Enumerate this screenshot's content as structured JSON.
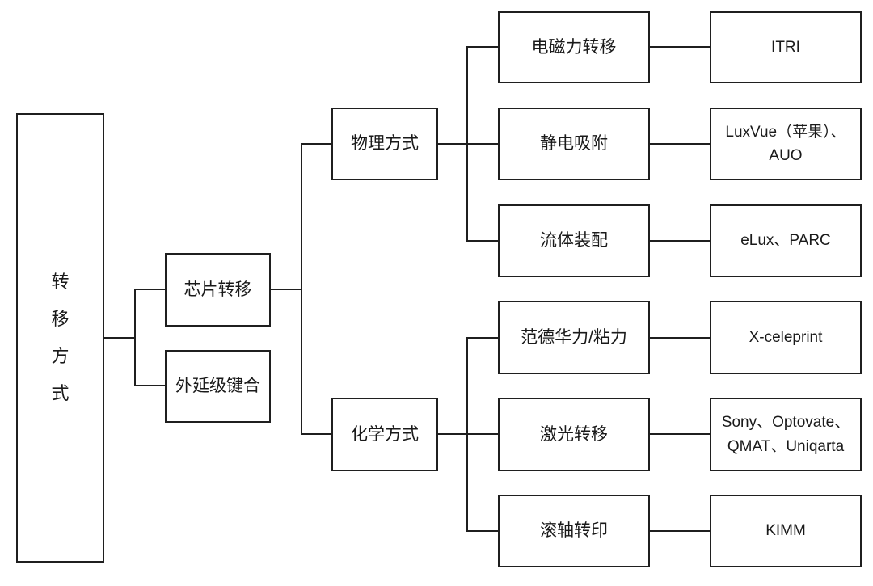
{
  "diagram_title": "转移方式",
  "colors": {
    "line": "#1f1f1f",
    "text": "#1a1a1a",
    "background": "#ffffff"
  },
  "tree": {
    "root_label": "转移方式",
    "branches": [
      {
        "label": "芯片转移",
        "children": [
          {
            "label": "物理方式",
            "methods": [
              {
                "label": "电磁力转移",
                "companies": "ITRI"
              },
              {
                "label": "静电吸附",
                "companies": "LuxVue（苹果）、AUO"
              },
              {
                "label": "流体装配",
                "companies": "eLux、PARC"
              }
            ]
          },
          {
            "label": "化学方式",
            "methods": [
              {
                "label": "范德华力/粘力",
                "companies": "X-celeprint"
              },
              {
                "label": "激光转移",
                "companies": "Sony、Optovate、QMAT、Uniqarta"
              },
              {
                "label": "滚轴转印",
                "companies": "KIMM"
              }
            ]
          }
        ]
      },
      {
        "label": "外延级键合"
      }
    ]
  }
}
